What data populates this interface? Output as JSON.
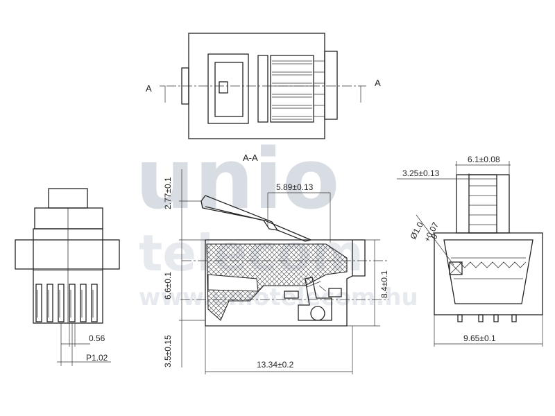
{
  "watermark": {
    "brand_top": "unio",
    "brand_bottom": "telecom",
    "url": "www.uniotelecom.hu"
  },
  "section": {
    "marker_left": "A",
    "marker_right": "A",
    "label": "A-A"
  },
  "dimensions": {
    "pitch_width": "0.56",
    "pitch": "P1.02",
    "latch_height": "2.77±0.1",
    "latch_offset": "5.89±0.13",
    "body_height": "6.6±0.1",
    "overall_height": "8.4±0.1",
    "base_height": "3.5±0.15",
    "length": "13.34±0.2",
    "latch_width": "6.1±0.08",
    "latch_inner": "3.25±0.13",
    "hole_dia": "Ø1.0",
    "hole_tol_upper": "+0.07",
    "hole_tol_lower": "0",
    "body_width": "9.65±0.1"
  }
}
